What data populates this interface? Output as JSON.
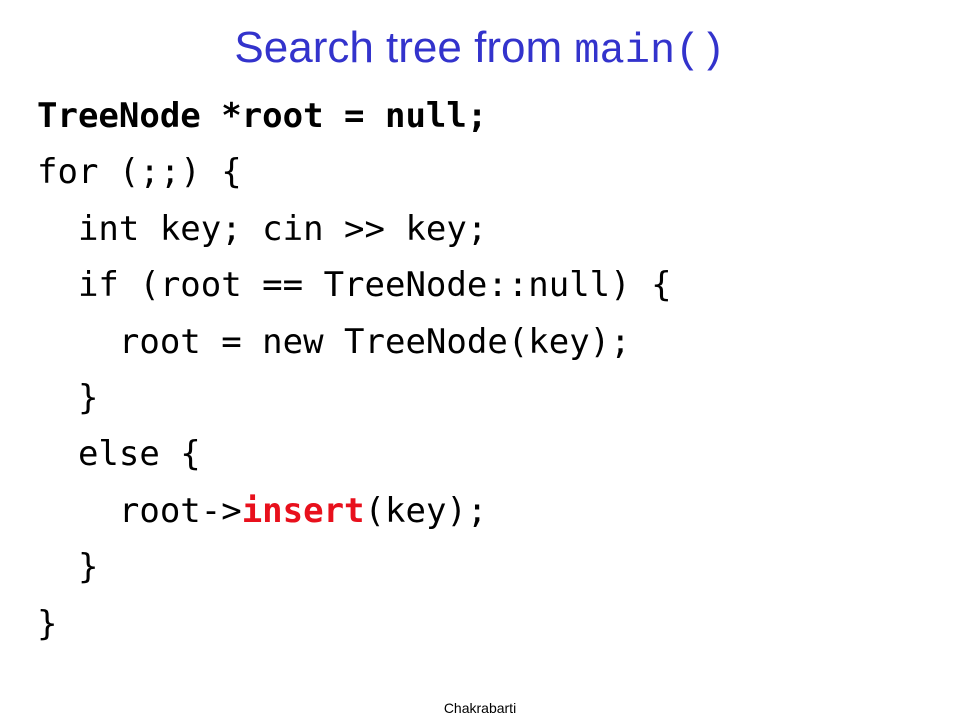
{
  "title": {
    "text": "Search tree from ",
    "code": "main()"
  },
  "code_lines": [
    "TreeNode *root = null;",
    "for (;;) {",
    "  int key; cin >> key;",
    "  if (root == TreeNode::null) {",
    "    root = new TreeNode(key);",
    "  }",
    "  else {",
    "    root->",
    "insert",
    "(key);",
    "  }",
    "}"
  ],
  "colors": {
    "title": "#3333cc",
    "highlight": "#e8101c"
  },
  "footer": "Chakrabarti"
}
